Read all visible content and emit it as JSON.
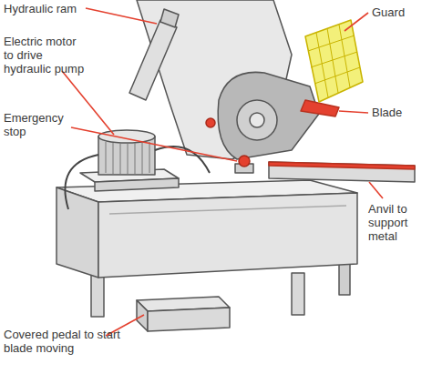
{
  "diagram": {
    "labels": [
      "Hydraulic ram",
      "Guard",
      "Electric motor to drive hydraulic pump",
      "Emergency stop",
      "Blade",
      "Anvil to support metal",
      "Covered pedal to start blade moving"
    ]
  }
}
